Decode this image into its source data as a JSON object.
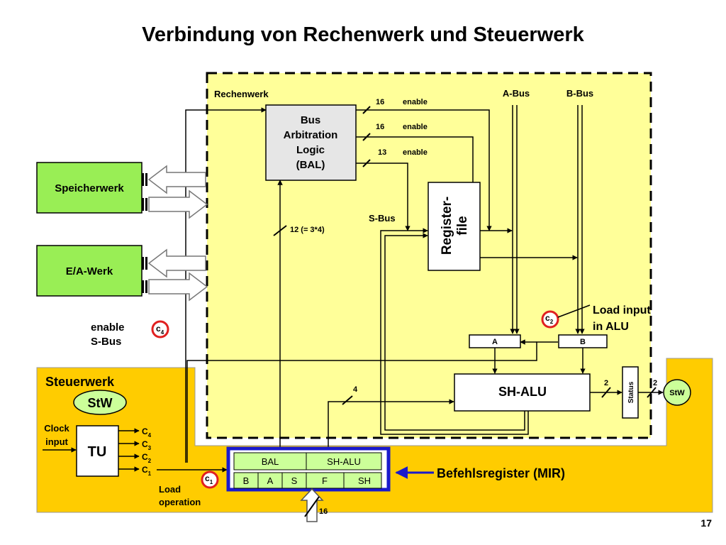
{
  "slide": {
    "title": "Verbindung von Rechenwerk und Steuerwerk",
    "page_number": "17"
  },
  "rechenwerk": {
    "label": "Rechenwerk",
    "a_bus": "A-Bus",
    "b_bus": "B-Bus",
    "s_bus": "S-Bus",
    "bal": [
      "Bus",
      "Arbitration",
      "Logic",
      "(BAL)"
    ],
    "enable_lines": [
      {
        "width": "16",
        "label": "enable"
      },
      {
        "width": "16",
        "label": "enable"
      },
      {
        "width": "13",
        "label": "enable"
      }
    ],
    "bal_width": "12 (= 3*4)",
    "register_file": [
      "Register-",
      "file"
    ],
    "reg_a": "A",
    "reg_b": "B",
    "load_input": [
      "Load input",
      "in ALU"
    ],
    "c2": "c",
    "c2_sub": "2",
    "sh_alu": "SH-ALU",
    "alu_status_width": "2",
    "status": "Status",
    "status_width": "2",
    "alu_ctrl_width": "4"
  },
  "external": {
    "speicherwerk": "Speicherwerk",
    "ea_werk": "E/A-Werk",
    "enable_sbus": [
      "enable",
      "S-Bus"
    ],
    "c4": "c",
    "c4_sub": "4"
  },
  "steuerwerk": {
    "label": "Steuerwerk",
    "stw": "StW",
    "stw_small": "StW",
    "clock": [
      "Clock",
      "input"
    ],
    "tu": "TU",
    "outputs": [
      {
        "c": "C",
        "sub": "4"
      },
      {
        "c": "C",
        "sub": "3"
      },
      {
        "c": "C",
        "sub": "2"
      },
      {
        "c": "C",
        "sub": "1"
      }
    ],
    "c1": "c",
    "c1_sub": "1",
    "load_operation": [
      "Load",
      "operation"
    ]
  },
  "mir": {
    "top_fields": [
      "BAL",
      "SH-ALU"
    ],
    "bottom_fields": [
      "B",
      "A",
      "S",
      "F",
      "SH"
    ],
    "label": "Befehlsregister (MIR)",
    "input_width": "16"
  },
  "colors": {
    "rechenwerk_fill": "#ffff99",
    "steuerwerk_fill": "#ffcc00",
    "green_box": "#99ee55",
    "bal_fill": "#e6e6e6",
    "mir_border": "#1a1acc",
    "red_circle": "#e02020",
    "stw_fill": "#ccff99"
  }
}
